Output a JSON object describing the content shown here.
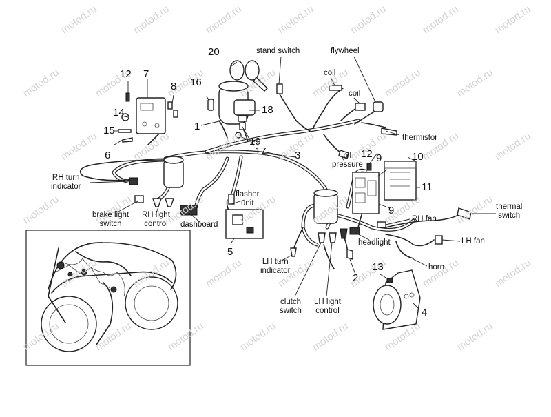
{
  "watermark": "motod.ru",
  "labels": {
    "stand_switch": "stand switch",
    "flywheel": "flywheel",
    "coil_upper": "coil",
    "coil_lower": "coil",
    "thermistor": "thermistor",
    "oil_pressure": "oil\npressure",
    "rh_turn_indicator": "RH turn\nindicator",
    "brake_light_switch": "brake light\nswitch",
    "rh_light_control": "RH light\ncontrol",
    "dashboard": "dashboard",
    "flasher_unit": "flasher\nunit",
    "lh_turn_indicator": "LH turn\nindicator",
    "clutch_switch": "clutch\nswitch",
    "lh_light_control": "LH light\ncontrol",
    "headlight": "headlight",
    "rh_fan": "RH fan",
    "lh_fan": "LH fan",
    "thermal_switch": "thermal\nswitch",
    "horn": "horn"
  },
  "callouts": {
    "n1": "1",
    "n2": "2",
    "n3": "3",
    "n4": "4",
    "n5": "5",
    "n6": "6",
    "n7": "7",
    "n8": "8",
    "n9a": "9",
    "n9b": "9",
    "n10": "10",
    "n11": "11",
    "n12a": "12",
    "n12b": "12",
    "n13": "13",
    "n14": "14",
    "n15": "15",
    "n16": "16",
    "n17": "17",
    "n18": "18",
    "n19": "19",
    "n20": "20"
  }
}
